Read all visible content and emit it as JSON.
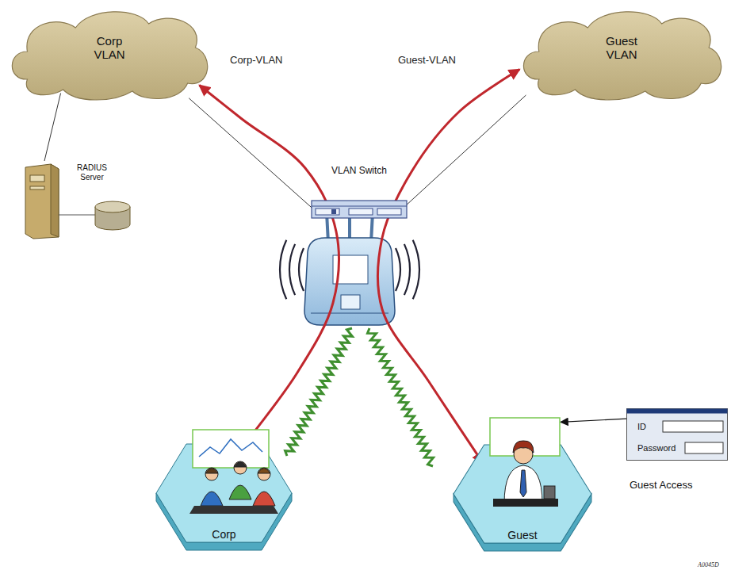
{
  "diagram": {
    "nodes": [
      {
        "text": [
          "Corp VLAN"
        ]
      },
      {
        "text": [
          "Guest VLAN"
        ]
      },
      {
        "text": [
          "RADIUS Server"
        ]
      },
      {
        "text": [
          "VLAN Switch"
        ]
      },
      {
        "text": [
          "Corp"
        ]
      },
      {
        "text": [
          "Guest"
        ]
      },
      {
        "text": [
          "ID",
          "Password",
          "Guest Access"
        ]
      }
    ],
    "edges": [
      {
        "from": 2,
        "to": 0,
        "arrow": "none"
      },
      {
        "from": 0,
        "to": 3,
        "arrow": "none"
      },
      {
        "from": 1,
        "to": 3,
        "arrow": "none"
      },
      {
        "from": 0,
        "to": 4,
        "label": "Corp-VLAN",
        "arrow": "both"
      },
      {
        "from": 1,
        "to": 5,
        "label": "Guest-VLAN",
        "arrow": "both"
      },
      {
        "from": 6,
        "to": 5,
        "arrow": "to"
      }
    ],
    "labels": [
      "A0045D"
    ]
  }
}
